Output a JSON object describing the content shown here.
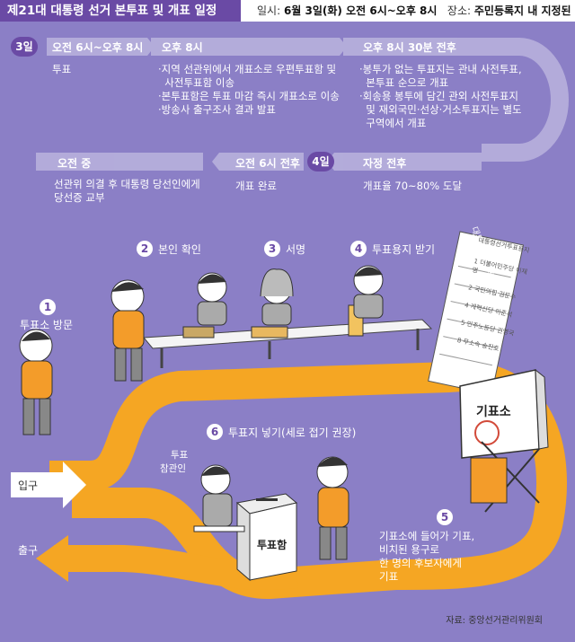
{
  "header": {
    "title": "제21대 대통령 선거 본투표 및 개표 일정",
    "date_label": "일시:",
    "date_value": "6월 3일(화) 오전 6시~오후 8시",
    "place_label": "장소:",
    "place_value": "주민등록지 내 지정된 투표소"
  },
  "timeline": {
    "day1": "3일",
    "day2": "4일",
    "s1_time": "오전 6시~오후 8시",
    "s1_desc": "투표",
    "s2_time": "오후 8시",
    "s2_items": [
      "·지역 선관위에서 개표소로 우편투표함 및",
      "  사전투표함 이송",
      "·본투표함은 투표 마감 즉시 개표소로 이송",
      "·방송사 출구조사 결과 발표"
    ],
    "s3_time": "오후 8시 30분 전후",
    "s3_items": [
      "·봉투가 없는 투표지는 관내 사전투표,",
      "  본투표 순으로 개표",
      "·회송용 봉투에 담긴 관외 사전투표지",
      "  및 재외국민·선상·거소투표지는 별도",
      "  구역에서 개표"
    ],
    "s4_time": "자정 전후",
    "s4_desc": "개표율 70~80% 도달",
    "s5_time": "오전 6시 전후",
    "s5_desc": "개표 완료",
    "s6_time": "오전 중",
    "s6_desc1": "선관위 의결 후 대통령 당선인에게",
    "s6_desc2": "당선증 교부"
  },
  "steps": {
    "step1": "투표소 방문",
    "step2": "본인 확인",
    "step3": "서명",
    "step4": "투표용지 받기",
    "step5_lines": [
      "기표소에 들어가 기표,",
      "비치된 용구로",
      "한 명의 후보자에게",
      "기표"
    ],
    "step6": "투표지 넣기(세로 접기 권장)",
    "observer": [
      "투표",
      "참관인"
    ],
    "n1": "1",
    "n2": "2",
    "n3": "3",
    "n4": "4",
    "n5": "5",
    "n6": "6"
  },
  "flow": {
    "entrance": "입구",
    "exit": "출구"
  },
  "ballot": {
    "title": "대통령 선거 투표 용지",
    "heading": "대통령선거투표용지",
    "rows": [
      "1 더불어민주당 이재명",
      "2 국민의힘 김문수",
      "4 개혁신당 이준석",
      "5 민주노동당 권영국",
      "8 무소속 송진호"
    ]
  },
  "booth_label": "기표소",
  "box_label": "투표함",
  "source": "자료: 중앙선거관리위원회",
  "colors": {
    "purple": "#8b7fc6",
    "dark_purple": "#6a4aa5",
    "orange": "#f5a623",
    "white": "#ffffff"
  }
}
